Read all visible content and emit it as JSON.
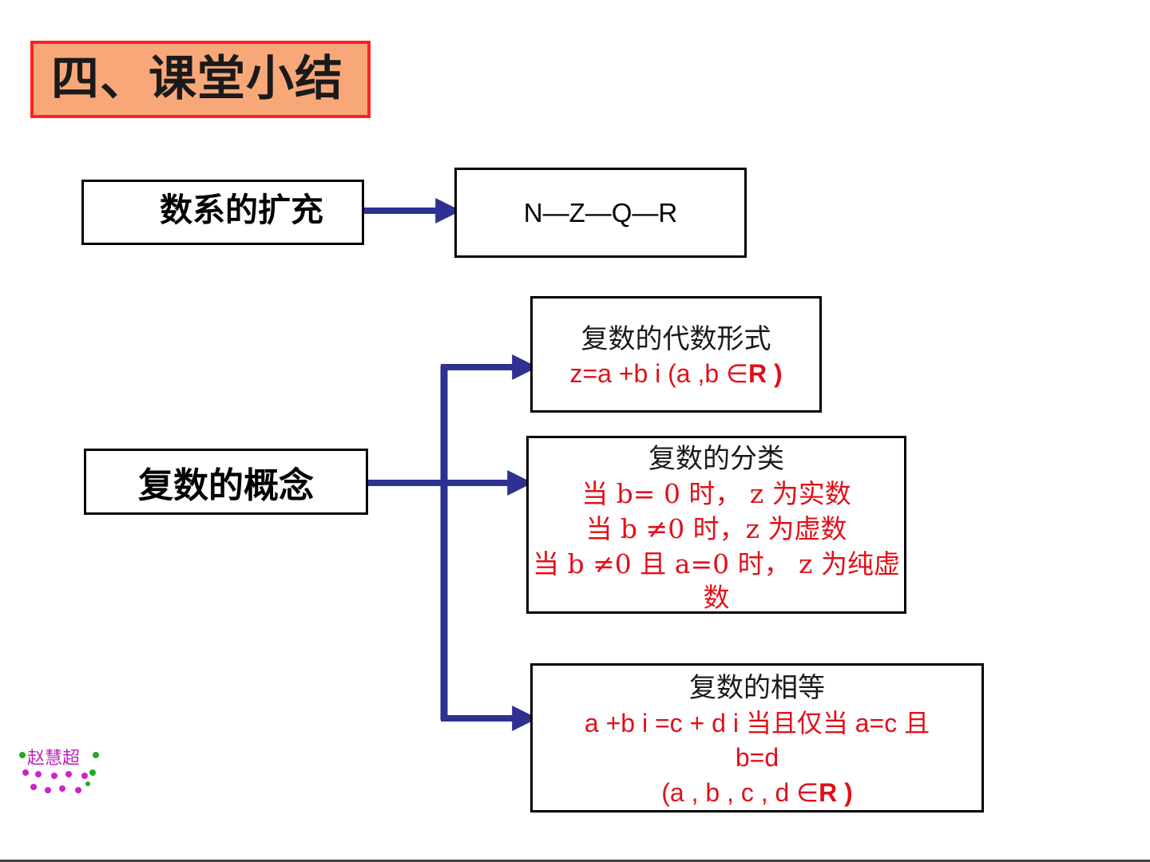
{
  "title": "四、课堂小结",
  "extension": {
    "label": "数系的扩充",
    "content": "N—Z—Q—R"
  },
  "concept": {
    "label": "复数的概念"
  },
  "algebraic": {
    "heading": "复数的代数形式",
    "formula_main": "z=a +b i (a ,b  ∈",
    "formula_R": "R",
    "formula_close": " )"
  },
  "classification": {
    "heading": "复数的分类",
    "line1": "当 b= 0 时， z 为实数",
    "line2": "当 b ≠0 时，z 为虚数",
    "line3": "当 b ≠0 且 a=0 时， z 为纯虚",
    "line4": "数"
  },
  "equality": {
    "heading": "复数的相等",
    "line1": "a +b i =c + d i  当且仅当 a=c 且",
    "line2": "b=d",
    "line3_main": "(a , b , c , d ∈",
    "line3_R": "R",
    "line3_close": " )"
  },
  "logo": {
    "text": "赵慧超"
  },
  "colors": {
    "arrow": "#2e3192",
    "accent_red": "#e0101a",
    "title_bg": "#f8a878",
    "title_border": "#ff2020"
  }
}
